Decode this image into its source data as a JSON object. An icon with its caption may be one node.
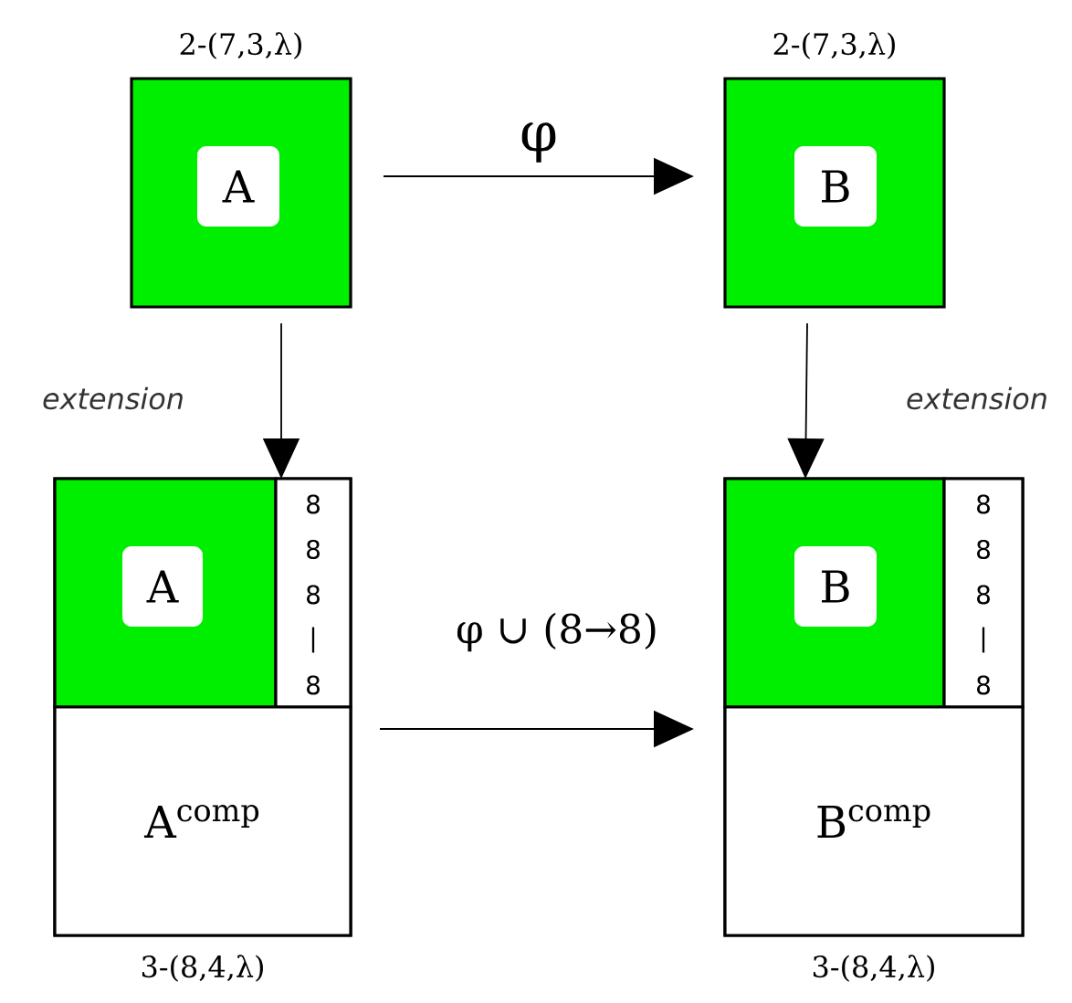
{
  "diagram": {
    "nodes": [
      {
        "text": [
          "2-(7,3,λ)"
        ]
      },
      {
        "text": [
          "A"
        ],
        "in": 0
      },
      {
        "text": [
          "2-(7,3,λ)"
        ]
      },
      {
        "text": [
          "B"
        ],
        "in": 2
      },
      {
        "text": [
          "3-(8,4,λ)"
        ]
      },
      {
        "text": [],
        "shape": "box",
        "in": 4
      },
      {
        "text": [
          "A"
        ],
        "in": 5
      },
      {
        "text": [
          "8",
          "8",
          "8",
          "|",
          "8"
        ],
        "in": 4
      },
      {
        "text": [
          "A$^{comp}$"
        ],
        "in": 4
      },
      {
        "text": [
          "3-(8,4,λ)"
        ]
      },
      {
        "text": [],
        "shape": "box",
        "in": 9
      },
      {
        "text": [
          "B"
        ],
        "in": 10
      },
      {
        "text": [
          "8",
          "8",
          "8",
          "|",
          "8"
        ],
        "in": 9
      },
      {
        "text": [
          "B$^{comp}$"
        ],
        "in": 9
      }
    ],
    "edges": [
      {
        "from": 0,
        "to": 2,
        "arrow": "to",
        "label": "φ"
      },
      {
        "from": 0,
        "to": 4,
        "arrow": "to",
        "label": "extension"
      },
      {
        "from": 2,
        "to": 9,
        "arrow": "to",
        "label": "extension"
      },
      {
        "from": 4,
        "to": 9,
        "arrow": "to",
        "label": "φ ∪ (8→8)"
      }
    ]
  }
}
